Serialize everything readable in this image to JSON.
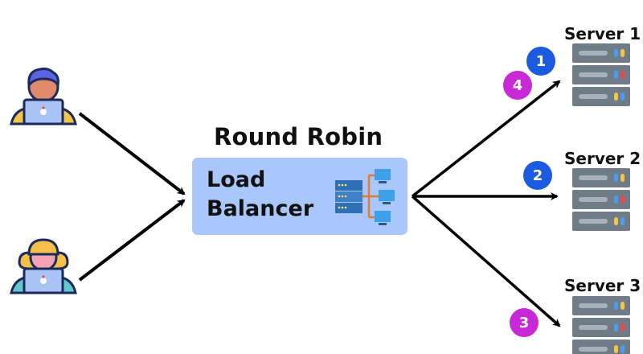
{
  "title": "Round Robin",
  "load_balancer": {
    "line1": "Load",
    "line2": "Balancer",
    "color": "#a9c7fb"
  },
  "clients": [
    {
      "name": "client-1",
      "hair_color": "#5b63e0",
      "shoulder_color": "#f5c44a"
    },
    {
      "name": "client-2",
      "hair_color": "#f5c04a",
      "shoulder_color": "#5fc8d0"
    }
  ],
  "servers": [
    {
      "label": "Server 1"
    },
    {
      "label": "Server 2"
    },
    {
      "label": "Server 3"
    }
  ],
  "badges": [
    {
      "number": "1",
      "color": "#1b5be0",
      "target": "Server 1"
    },
    {
      "number": "2",
      "color": "#1b5be0",
      "target": "Server 2"
    },
    {
      "number": "3",
      "color": "#c729d6",
      "target": "Server 3"
    },
    {
      "number": "4",
      "color": "#c729d6",
      "target": "Server 1"
    }
  ]
}
